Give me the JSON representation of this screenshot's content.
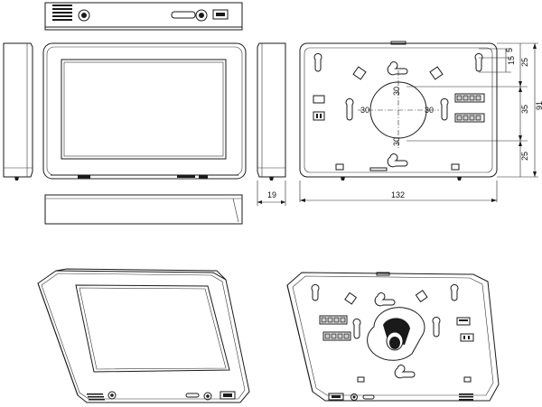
{
  "dimensions": {
    "depth": "19",
    "width": "132",
    "height": "91",
    "top_margin": "25",
    "hole_spacing": "35",
    "bottom_margin": "25",
    "small_a": "15",
    "small_b": "5",
    "hole_offset_top": "30",
    "hole_offset_left": "30",
    "hole_offset_right": "30",
    "hole_offset_bottom": "30"
  }
}
